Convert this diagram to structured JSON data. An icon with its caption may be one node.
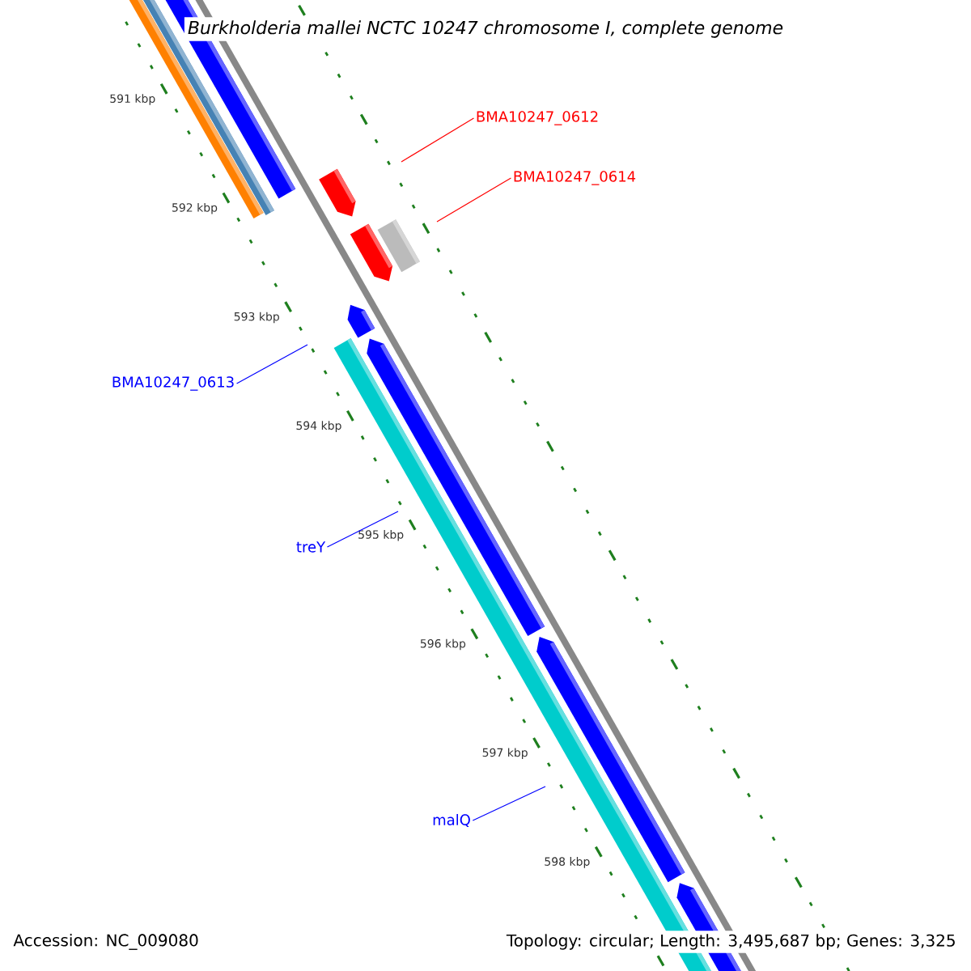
{
  "diagram": {
    "title": "Burkholderia mallei NCTC 10247 chromosome I, complete genome",
    "nodes": [
      {
        "text": [
          "BMA10247_0612"
        ]
      },
      {
        "text": [
          "BMA10247_0614"
        ]
      },
      {
        "text": [
          "BMA10247_0613"
        ]
      },
      {
        "text": [
          "treY"
        ]
      },
      {
        "text": [
          "malQ"
        ]
      }
    ],
    "edges": [
      {
        "from": 0,
        "to": null,
        "arrow": "none",
        "color": "#ff0000"
      },
      {
        "from": 1,
        "to": null,
        "arrow": "none",
        "color": "#ff0000"
      },
      {
        "from": 2,
        "to": null,
        "arrow": "none"
      },
      {
        "from": 3,
        "to": null,
        "arrow": "none"
      },
      {
        "from": 4,
        "to": null,
        "arrow": "none"
      }
    ],
    "labels": [
      "591 kbp",
      "592 kbp",
      "593 kbp",
      "594 kbp",
      "595 kbp",
      "596 kbp",
      "597 kbp",
      "598 kbp",
      "Accession: NC_009080",
      "Topology: circular; Length: 3,495,687 bp; Genes: 3,325"
    ]
  }
}
